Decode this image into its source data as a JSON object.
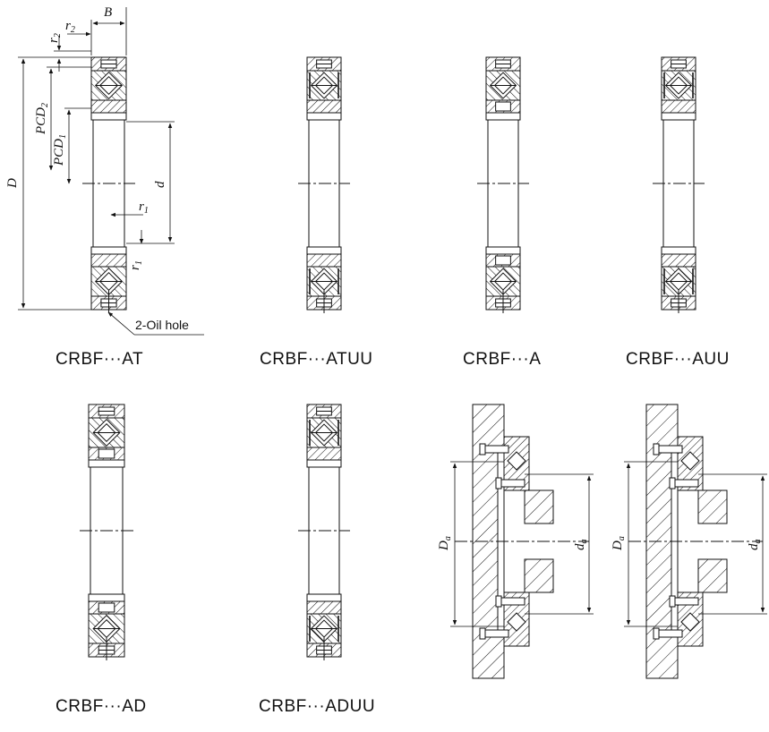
{
  "captions": {
    "at": "CRBF···AT",
    "atuu": "CRBF···ATUU",
    "a": "CRBF···A",
    "auu": "CRBF···AUU",
    "ad": "CRBF···AD",
    "aduu": "CRBF···ADUU"
  },
  "dimensions": {
    "B": "B",
    "r2": "r",
    "r2_sub": "2",
    "r1": "r",
    "r1_sub": "1",
    "D": "D",
    "PCD2": "PCD",
    "PCD2_sub": "2",
    "PCD1": "PCD",
    "PCD1_sub": "1",
    "d": "d",
    "Da": "D",
    "Da_sub": "a",
    "da": "d",
    "da_sub": "a"
  },
  "callout": {
    "oil_hole": "2-Oil hole"
  },
  "colors": {
    "line": "#111111",
    "background": "#ffffff"
  }
}
